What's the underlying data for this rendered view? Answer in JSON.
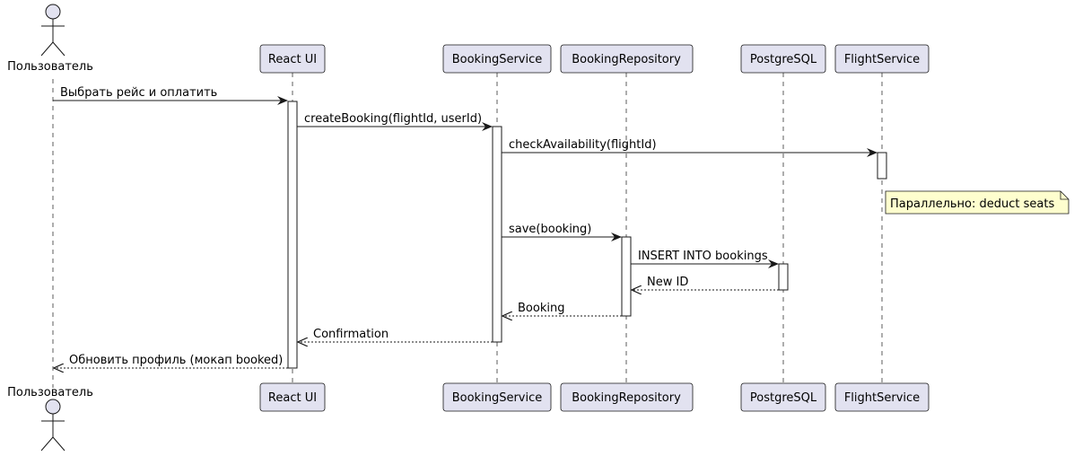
{
  "colors": {
    "participant_fill": "#e2e2f0",
    "participant_border": "#181818",
    "note_fill": "#fefece",
    "activation_fill": "#ffffff",
    "line": "#181818"
  },
  "participants": [
    {
      "id": "user",
      "label": "Пользователь",
      "kind": "actor"
    },
    {
      "id": "ui",
      "label": "React UI",
      "kind": "box"
    },
    {
      "id": "bs",
      "label": "BookingService",
      "kind": "box"
    },
    {
      "id": "br",
      "label": "BookingRepository",
      "kind": "box"
    },
    {
      "id": "pg",
      "label": "PostgreSQL",
      "kind": "box"
    },
    {
      "id": "fs",
      "label": "FlightService",
      "kind": "box"
    }
  ],
  "messages": [
    {
      "from": "user",
      "to": "ui",
      "label": "Выбрать рейс и оплатить",
      "style": "sync"
    },
    {
      "from": "ui",
      "to": "bs",
      "label": "createBooking(flightId, userId)",
      "style": "sync"
    },
    {
      "from": "bs",
      "to": "fs",
      "label": "checkAvailability(flightId)",
      "style": "sync"
    },
    {
      "from": "bs",
      "to": "br",
      "label": "save(booking)",
      "style": "sync"
    },
    {
      "from": "br",
      "to": "pg",
      "label": "INSERT INTO bookings",
      "style": "sync"
    },
    {
      "from": "pg",
      "to": "br",
      "label": "New ID",
      "style": "return"
    },
    {
      "from": "br",
      "to": "bs",
      "label": "Booking",
      "style": "return"
    },
    {
      "from": "bs",
      "to": "ui",
      "label": "Confirmation",
      "style": "return"
    },
    {
      "from": "ui",
      "to": "user",
      "label": "Обновить профиль (мокап booked)",
      "style": "return"
    }
  ],
  "notes": [
    {
      "over": "fs",
      "text": "Параллельно: deduct seats"
    }
  ]
}
